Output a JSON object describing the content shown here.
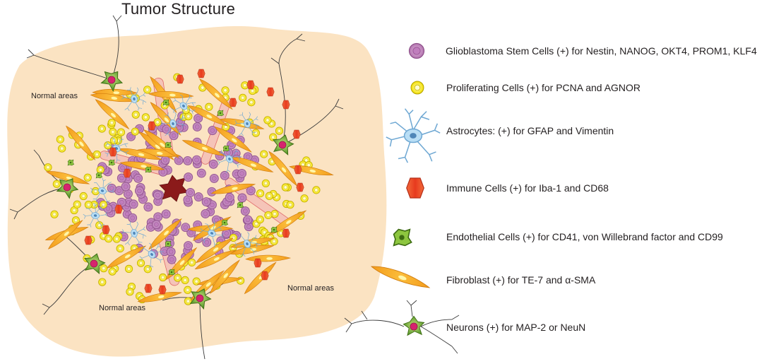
{
  "title": "Tumor Structure",
  "area_labels": [
    "Normal areas",
    "Normal areas",
    "Normal areas"
  ],
  "legend": [
    {
      "label": "Glioblastoma Stem Cells (+) for Nestin, NANOG, OKT4, PROM1, KLF4",
      "icon": "stem-cell-icon"
    },
    {
      "label": "Proliferating Cells (+) for PCNA and AGNOR",
      "icon": "proliferating-cell-icon"
    },
    {
      "label": "Astrocytes: (+) for GFAP and Vimentin",
      "icon": "astrocyte-icon"
    },
    {
      "label": "Immune Cells (+) for Iba-1 and CD68",
      "icon": "immune-cell-icon"
    },
    {
      "label": "Endothelial Cells (+) for CD41, von Willebrand factor and CD99",
      "icon": "endothelial-cell-icon"
    },
    {
      "label": "Fibroblast (+) for TE-7 and α-SMA",
      "icon": "fibroblast-icon"
    },
    {
      "label": "Neurons (+) for MAP-2 or NeuN",
      "icon": "neuron-icon"
    }
  ],
  "colors": {
    "background_tissue": "#fbe3c2",
    "stem_cell": "#c690c2",
    "stem_cell_nucleus": "#a3509d",
    "proliferating_cell": "#fff200",
    "astrocyte": "#a8d4ef",
    "immune_cell": "#ee4b2b",
    "endothelial_cell": "#8dc63f",
    "fibroblast": "#f7a823",
    "neuron": "#7ab648",
    "neuron_nucleus": "#d6246e",
    "vessel": "#f5c4b8",
    "necrotic_core": "#8b1a1a"
  }
}
